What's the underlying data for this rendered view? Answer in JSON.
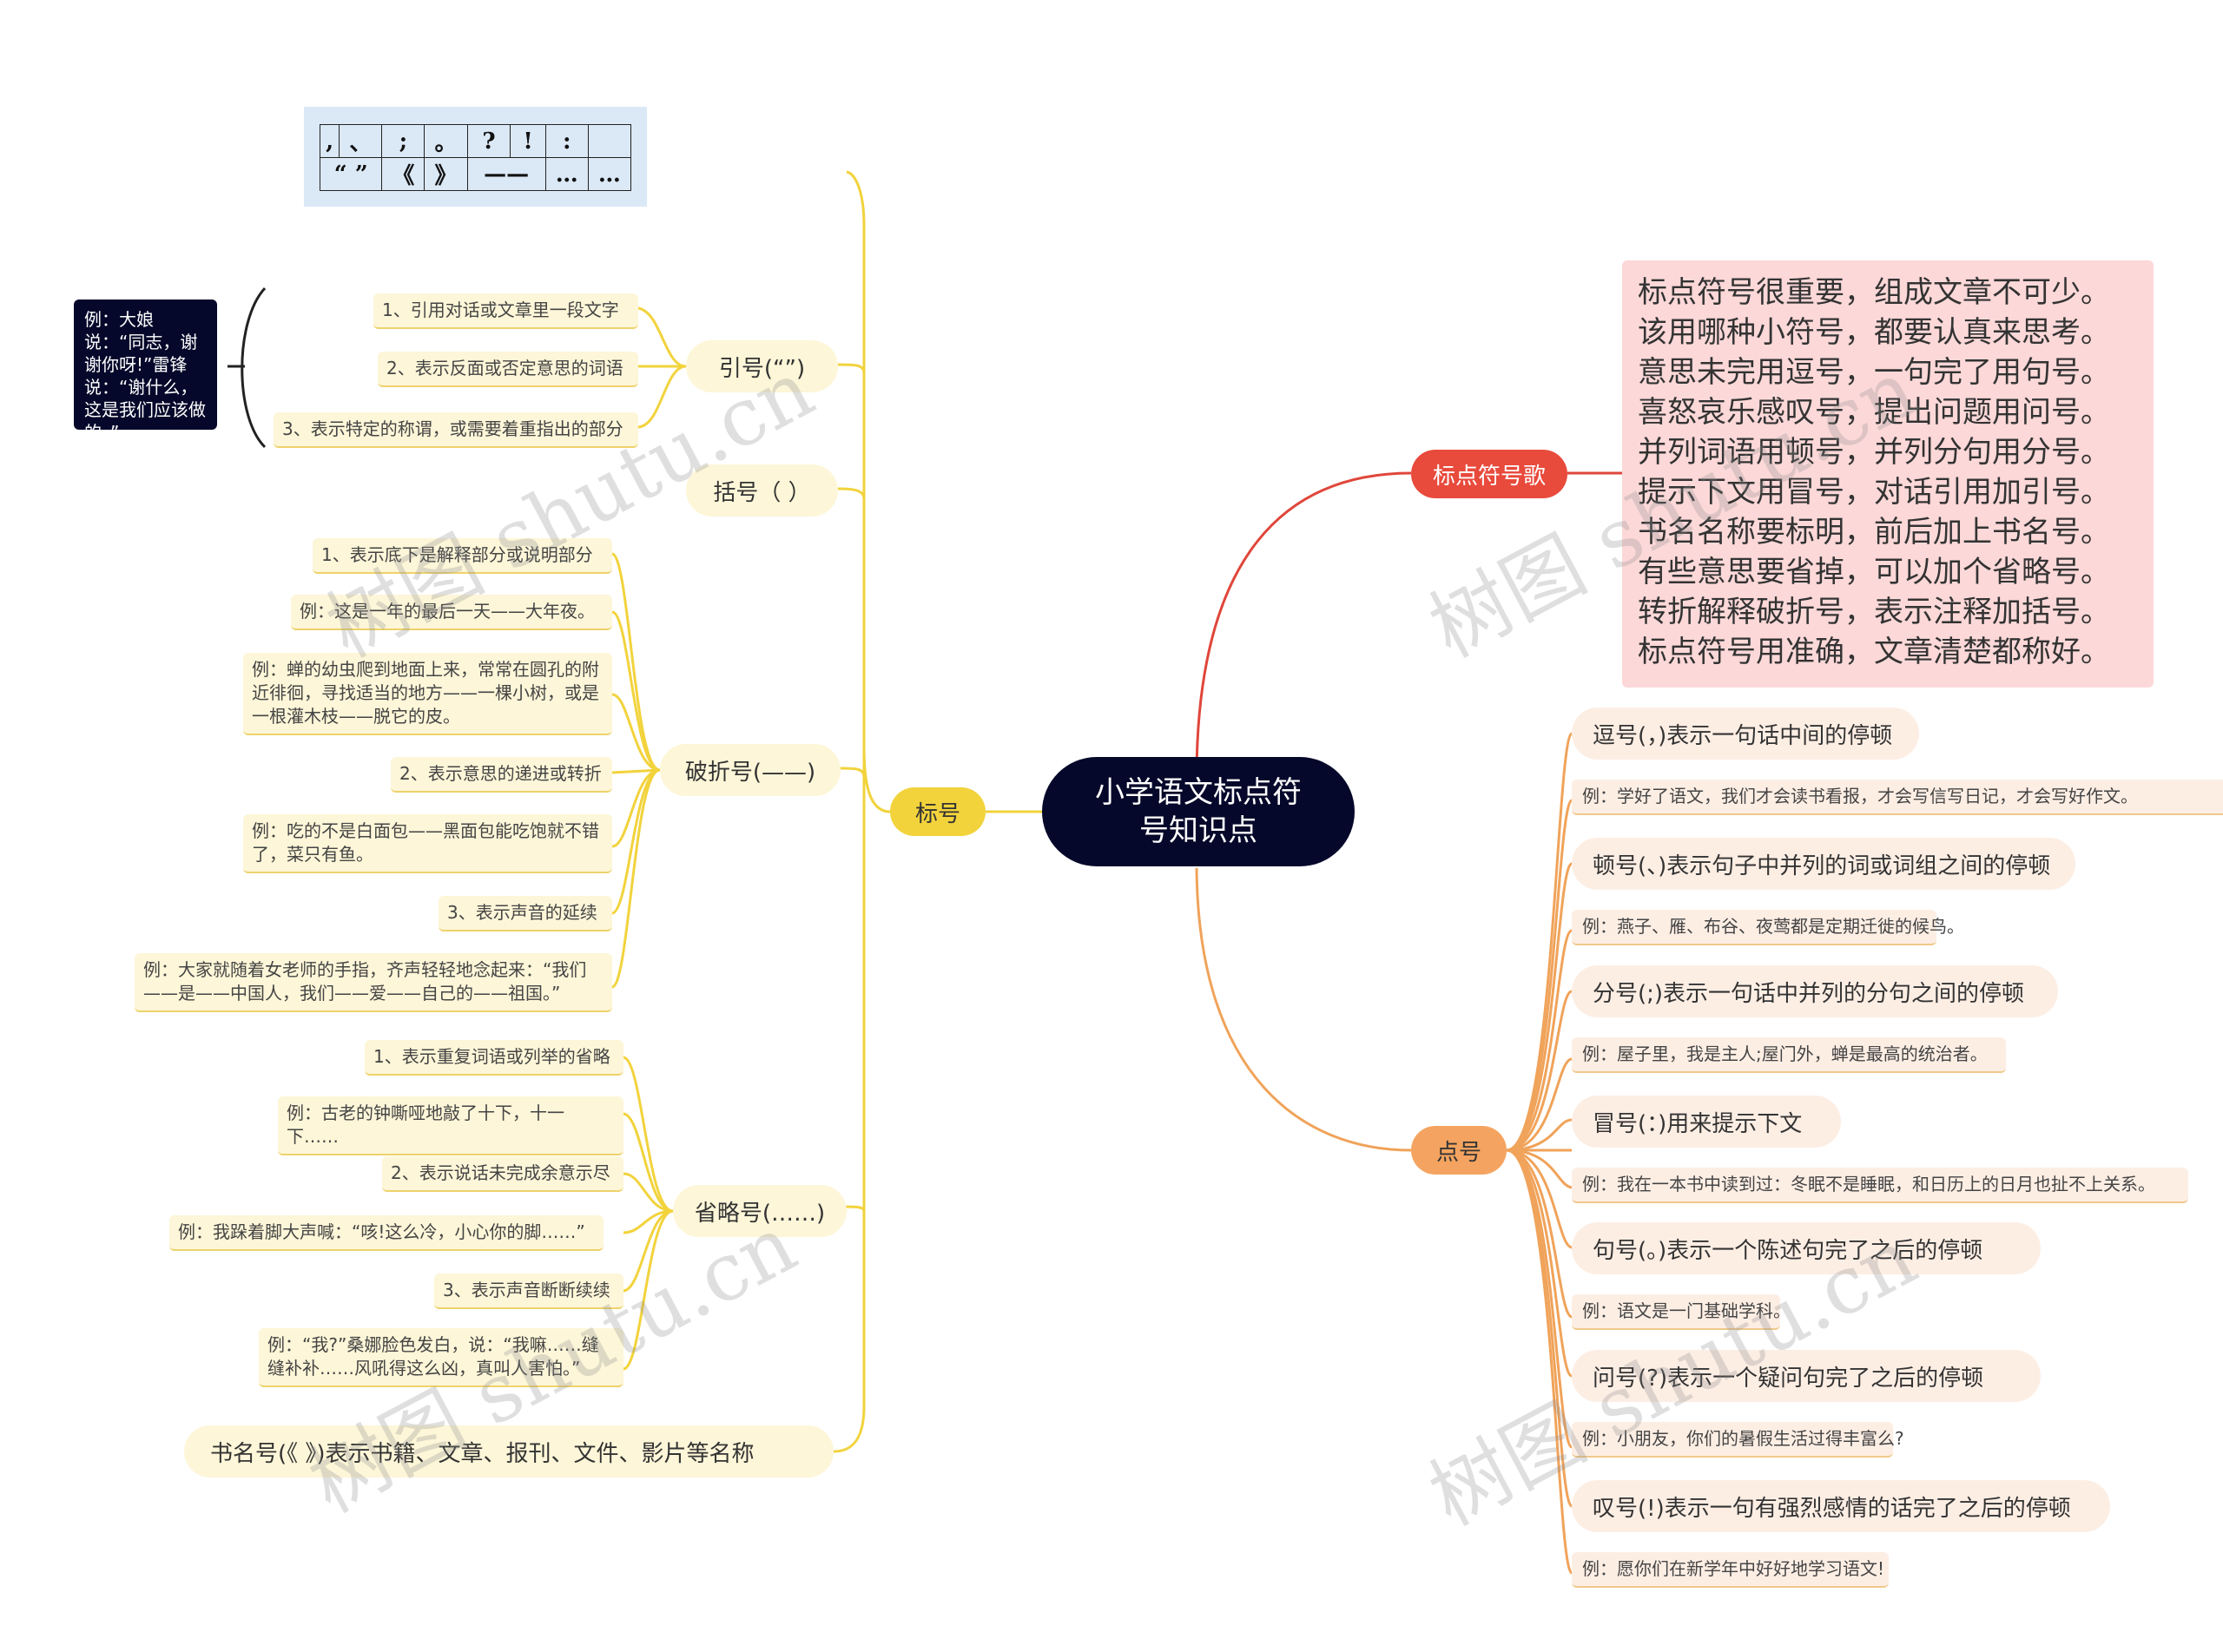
{
  "root": {
    "title": "小学语文标点符号知识点"
  },
  "branches": {
    "biaohao": {
      "label": "标号"
    },
    "dianhao": {
      "label": "点号"
    },
    "song": {
      "label": "标点符号歌"
    }
  },
  "song_lines": [
    "标点符号很重要，组成文章不可少。",
    "该用哪种小符号，都要认真来思考。",
    "意思未完用逗号，一句完了用句号。",
    "喜怒哀乐感叹号，提出问题用问号。",
    "并列词语用顿号，并列分句用分号。",
    "提示下文用冒号，对话引用加引号。",
    "书名名称要标明，前后加上书名号。",
    "有些意思要省掉，可以加个省略号。",
    "转折解释破折号，表示注释加括号。",
    "标点符号用准确，文章清楚都称好。"
  ],
  "symbol_grid": {
    "row1": [
      ",",
      "、",
      ";",
      "。",
      "?",
      "!",
      ":",
      ""
    ],
    "row2": [
      "“ ”",
      "《",
      "》",
      "——",
      "…",
      "…"
    ]
  },
  "quote": {
    "label": "引号(“”)",
    "items": [
      "1、引用对话或文章里一段文字",
      "2、表示反面或否定意思的词语",
      "3、表示特定的称谓，或需要着重指出的部分"
    ],
    "example": "例：大娘说：“同志，谢谢你呀!”雷锋说：“谢什么，这是我们应该做的。”"
  },
  "bracket": {
    "label": "括号（ ）"
  },
  "dash": {
    "label": "破折号(——)",
    "items": [
      "1、表示底下是解释部分或说明部分",
      "例：这是一年的最后一天——大年夜。",
      "例：蝉的幼虫爬到地面上来，常常在圆孔的附近徘徊，寻找适当的地方——一棵小树，或是一根灌木枝——脱它的皮。",
      "2、表示意思的递进或转折",
      "例：吃的不是白面包——黑面包能吃饱就不错了，菜只有鱼。",
      "3、表示声音的延续",
      "例：大家就随着女老师的手指，齐声轻轻地念起来：“我们——是——中国人，我们——爱——自己的——祖国。”"
    ]
  },
  "ellipsis": {
    "label": "省略号(……)",
    "items": [
      "1、表示重复词语或列举的省略",
      "例：古老的钟嘶哑地敲了十下，十一下……",
      "2、表示说话未完成余意示尽",
      "例：我跺着脚大声喊：“咳!这么冷，小心你的脚……”",
      "3、表示声音断断续续",
      "例：“我?”桑娜脸色发白，说：“我嘛……缝缝补补……风吼得这么凶，真叫人害怕。”"
    ]
  },
  "book": {
    "label": "书名号(《 》)表示书籍、文章、报刊、文件、影片等名称"
  },
  "dianhao_items": [
    {
      "rule": "逗号(，)表示一句话中间的停顿",
      "example": "例：学好了语文，我们才会读书看报，才会写信写日记，才会写好作文。"
    },
    {
      "rule": "顿号(、)表示句子中并列的词或词组之间的停顿",
      "example": "例：燕子、雁、布谷、夜莺都是定期迁徙的候鸟。"
    },
    {
      "rule": "分号(;)表示一句话中并列的分句之间的停顿",
      "example": "例：屋子里，我是主人;屋门外，蝉是最高的统治者。"
    },
    {
      "rule": "冒号(：)用来提示下文",
      "example": "例：我在一本书中读到过：冬眠不是睡眠，和日历上的日月也扯不上关系。"
    },
    {
      "rule": "句号(。)表示一个陈述句完了之后的停顿",
      "example": "例：语文是一门基础学科。"
    },
    {
      "rule": "问号(?)表示一个疑问句完了之后的停顿",
      "example": "例：小朋友，你们的暑假生活过得丰富么?"
    },
    {
      "rule": "叹号(!)表示一句有强烈感情的话完了之后的停顿",
      "example": "例：愿你们在新学年中好好地学习语文!"
    }
  ],
  "watermark": "树图 shutu.cn",
  "colors": {
    "root": "#05082a",
    "song": "#e84a3c",
    "dianhao": "#f4a460",
    "biaohao": "#f2d33c",
    "song_box": "#fcd8d8"
  }
}
